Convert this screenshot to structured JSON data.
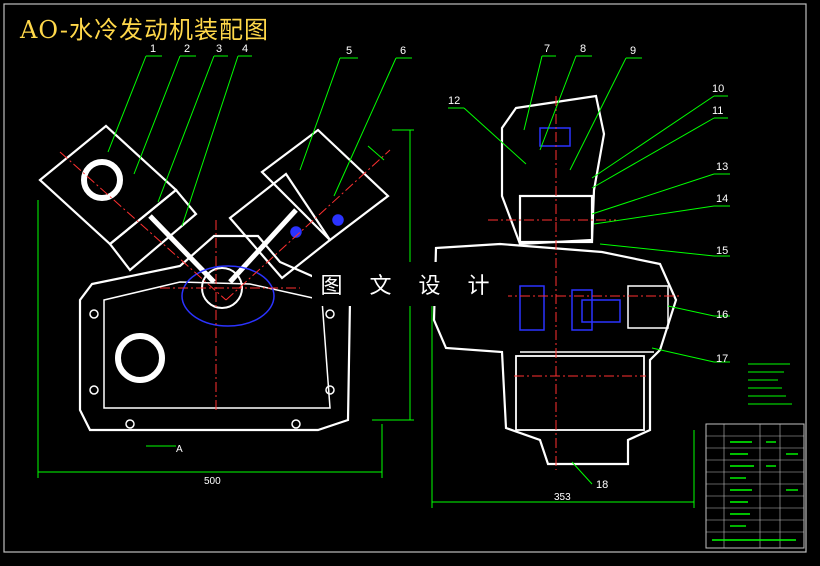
{
  "title": "AO-水冷发动机装配图",
  "watermark": "图 文 设 计",
  "callouts": [
    "1",
    "2",
    "3",
    "4",
    "5",
    "6",
    "7",
    "8",
    "9",
    "10",
    "11",
    "12",
    "13",
    "14",
    "15",
    "16",
    "17",
    "18"
  ],
  "dimensions": {
    "left_width": "500",
    "right_width": "353"
  },
  "section_marker": "A",
  "colors": {
    "title": "#ffd84a",
    "outline": "#ffffff",
    "leader": "#00ff00",
    "centerline": "#ff3030",
    "part_blue": "#2b33ff",
    "frame": "#bfbfbf"
  }
}
